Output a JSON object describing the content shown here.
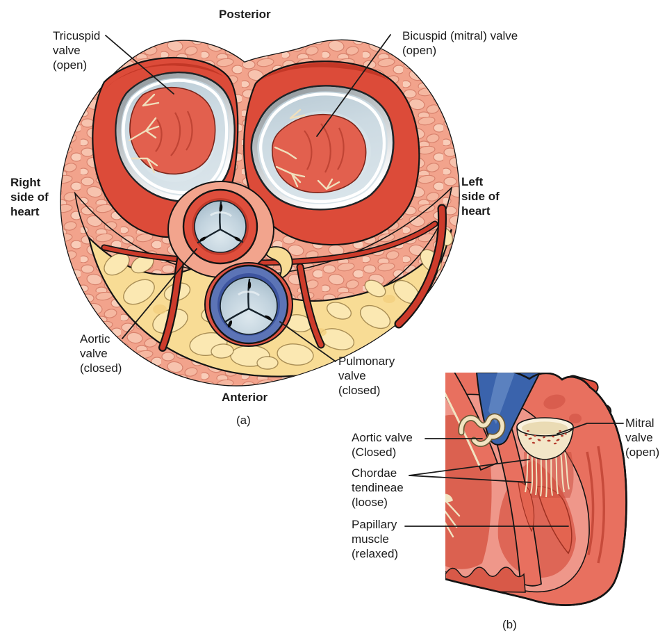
{
  "panel_a": {
    "letter": "(a)",
    "orientation": {
      "top": "Posterior",
      "bottom": "Anterior",
      "left": "Right side of heart",
      "right": "Left side of heart"
    },
    "labels": {
      "tricuspid": "Tricuspid valve (open)",
      "bicuspid": "Bicuspid (mitral) valve (open)",
      "aortic": "Aortic valve (closed)",
      "pulmonary": "Pulmonary valve (closed)"
    }
  },
  "panel_b": {
    "letter": "(b)",
    "labels": {
      "aortic": "Aortic valve (Closed)",
      "chordae": "Chordae tendineae (loose)",
      "papillary": "Papillary muscle (relaxed)",
      "mitral": "Mitral valve (open)"
    }
  },
  "palette": {
    "background": "#ffffff",
    "text": "#1b1b1b",
    "epicardium_salmon": "#f2a38c",
    "cobblestone": "#f7c3ae",
    "chamber_red": "#dc4b39",
    "valve_basin_gray_blue": "#ccdae2",
    "leaflet_blob_red": "#e2604e",
    "chordae_cream": "#f0dfbc",
    "fat_yellow": "#f8dc95",
    "aortic_ring_red": "#df4e3c",
    "pulmonary_ring_blue": "#5c74b6",
    "panel_b_heart_red": "#e8705f",
    "panel_b_vessel_blue": "#3a63ac",
    "outline_black": "#141414"
  }
}
